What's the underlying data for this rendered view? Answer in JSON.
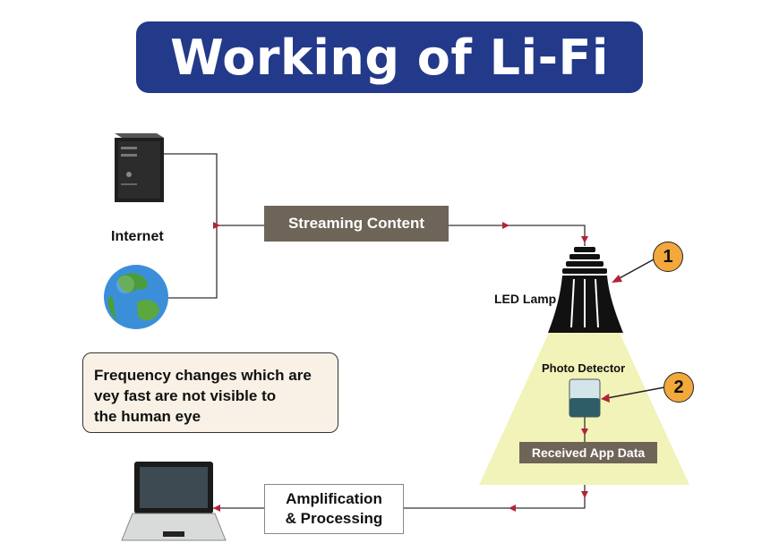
{
  "title": "Working of Li-Fi",
  "labels": {
    "internet": "Internet",
    "streaming": "Streaming Content",
    "led_lamp": "LED Lamp",
    "photo_detector": "Photo Detector",
    "received": "Received App Data",
    "amplification_line1": "Amplification",
    "amplification_line2": "& Processing"
  },
  "note": {
    "line1": "Frequency changes which are",
    "line2": "vey fast are not visible to",
    "line3": "the human eye"
  },
  "badges": {
    "one": "1",
    "two": "2"
  },
  "colors": {
    "title_bg": "#23398a",
    "label_bg": "#6f6458",
    "light_cone": "#f2f3b8",
    "badge": "#f3a83b",
    "arrow": "#b3223a"
  }
}
